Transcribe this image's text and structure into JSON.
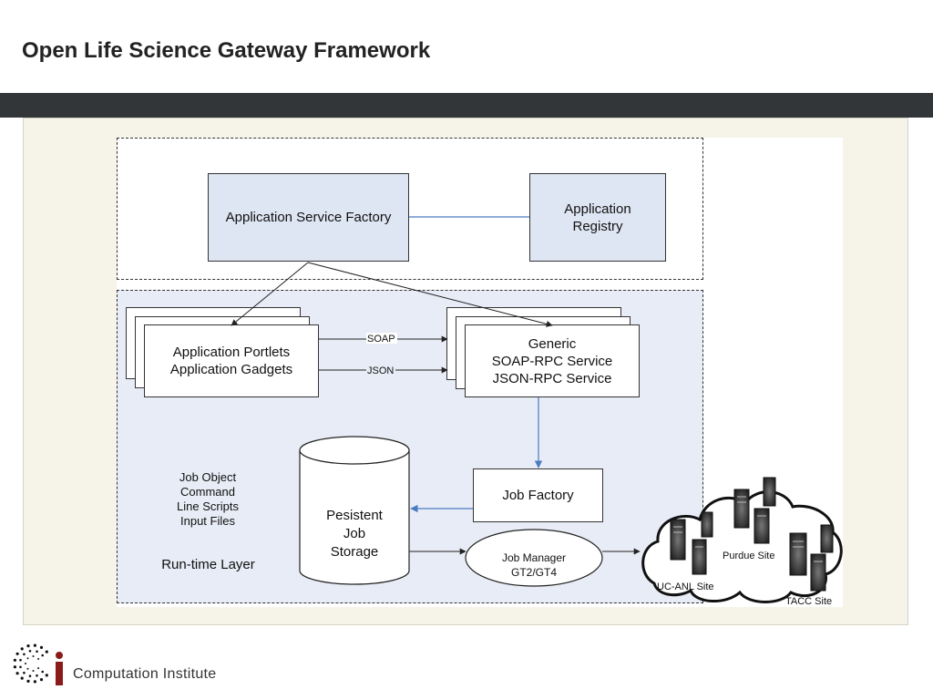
{
  "title": "Open Life Science Gateway Framework",
  "diagram": {
    "app_service_factory": "Application Service Factory",
    "app_registry": "Application\nRegistry",
    "portlets": "Application Portlets\nApplication Gadgets",
    "generic": "Generic\nSOAP-RPC Service\nJSON-RPC Service",
    "soap": "SOAP",
    "json": "JSON",
    "job_factory": "Job Factory",
    "storage": "Pesistent\nJob\nStorage",
    "job_manager": "Job Manager\nGT2/GT4",
    "job_object": "Job Object\nCommand\nLine Scripts\nInput Files",
    "runtime_layer": "Run-time Layer",
    "sites": [
      "Purdue Site",
      "UC-ANL Site",
      "TACC Site"
    ]
  },
  "logo": {
    "text": "Computation Institute",
    "brand_color": "#8b1a1a"
  }
}
